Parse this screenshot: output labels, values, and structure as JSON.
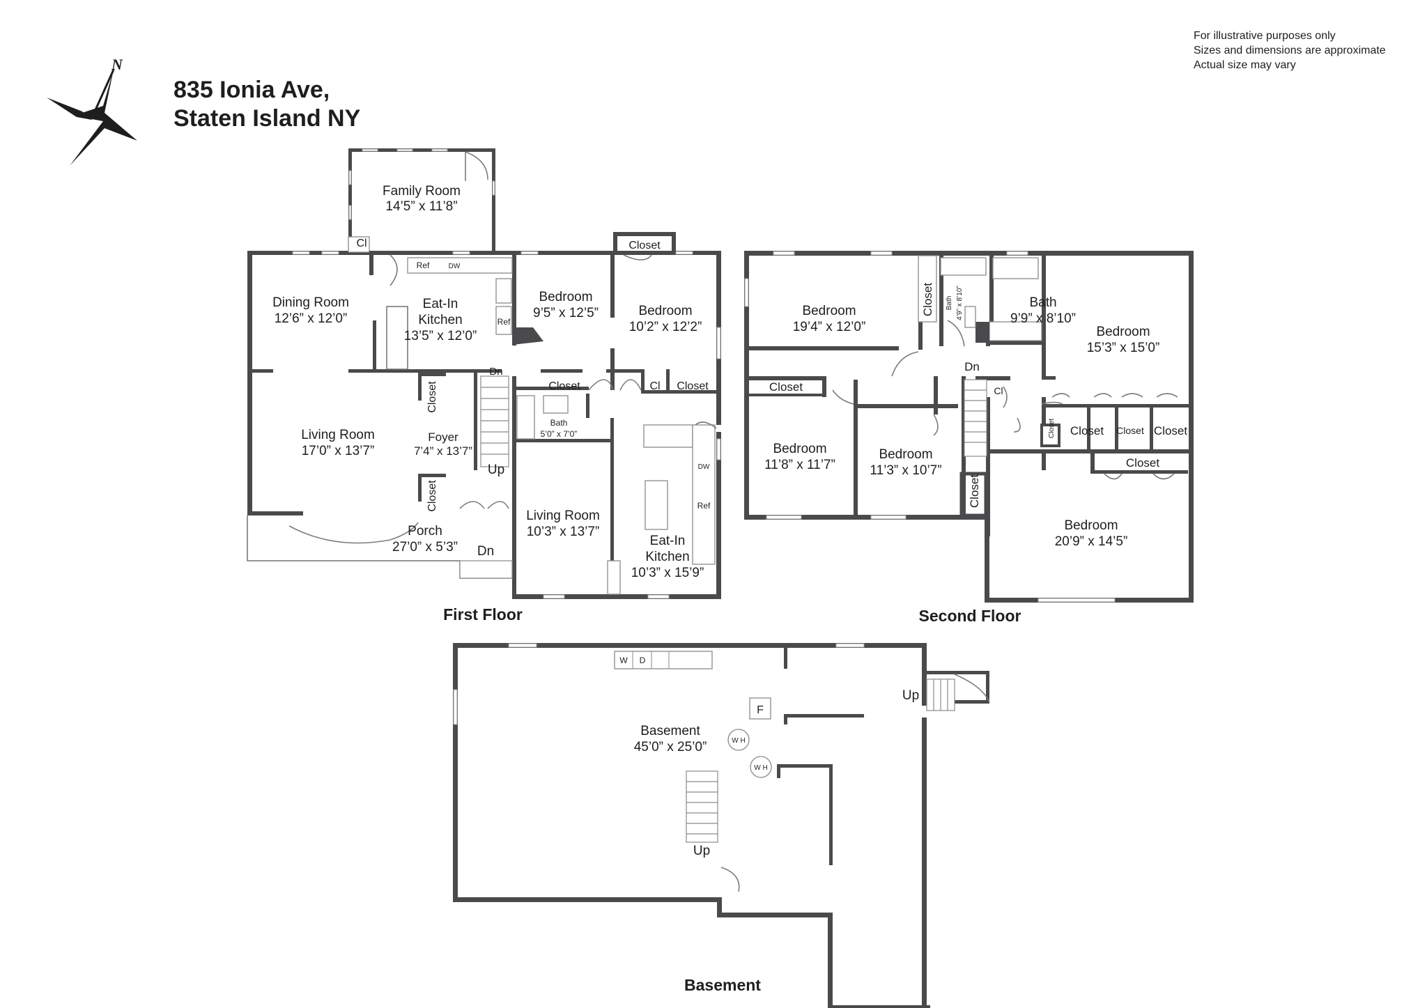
{
  "header": {
    "address_line1": "835 Ionia Ave,",
    "address_line2": "Staten Island NY",
    "north": "N"
  },
  "disclaimer": [
    "For illustrative purposes only",
    "Sizes and dimensions are approximate",
    "Actual size may vary"
  ],
  "floors": {
    "first": {
      "label": "First Floor",
      "rooms": [
        {
          "name": "Family Room",
          "dims": "14’5” x 11’8”"
        },
        {
          "name": "Dining Room",
          "dims": "12’6” x 12’0”"
        },
        {
          "name": "Eat-In",
          "name2": "Kitchen",
          "dims": "13’5” x 12’0”"
        },
        {
          "name": "Bedroom",
          "dims": "9’5” x 12’5”"
        },
        {
          "name": "Bedroom",
          "dims": "10’2” x 12’2”"
        },
        {
          "name": "Living Room",
          "dims": "17’0” x 13’7”"
        },
        {
          "name": "Foyer",
          "dims": "7’4” x 13’7”"
        },
        {
          "name": "Bath",
          "dims": "5’0” x 7’0”"
        },
        {
          "name": "Living Room",
          "dims": "10’3” x 13’7”"
        },
        {
          "name": "Eat-In",
          "name2": "Kitchen",
          "dims": "10’3” x 15’9”"
        },
        {
          "name": "Porch",
          "dims": "27’0” x 5’3”"
        }
      ],
      "labels": {
        "cl": "Cl",
        "closet": "Closet",
        "ref": "Ref",
        "dw": "DW",
        "dn": "Dn",
        "up": "Up"
      }
    },
    "second": {
      "label": "Second Floor",
      "rooms": [
        {
          "name": "Bedroom",
          "dims": "19’4” x 12’0”"
        },
        {
          "name": "Bath",
          "dims": "4’9” x 8’10”"
        },
        {
          "name": "Bath",
          "dims": "9’9” x 8’10”"
        },
        {
          "name": "Bedroom",
          "dims": "15’3” x 15’0”"
        },
        {
          "name": "Bedroom",
          "dims": "11’8” x 11’7”"
        },
        {
          "name": "Bedroom",
          "dims": "11’3” x 10’7”"
        },
        {
          "name": "Bedroom",
          "dims": "20’9” x 14’5”"
        }
      ],
      "labels": {
        "closet": "Closet",
        "cl": "Cl",
        "dn": "Dn"
      }
    },
    "basement": {
      "label": "Basement",
      "rooms": [
        {
          "name": "Basement",
          "dims": "45’0” x 25’0”"
        }
      ],
      "labels": {
        "w": "W",
        "d": "D",
        "f": "F",
        "wh": "W H",
        "up": "Up"
      }
    }
  }
}
